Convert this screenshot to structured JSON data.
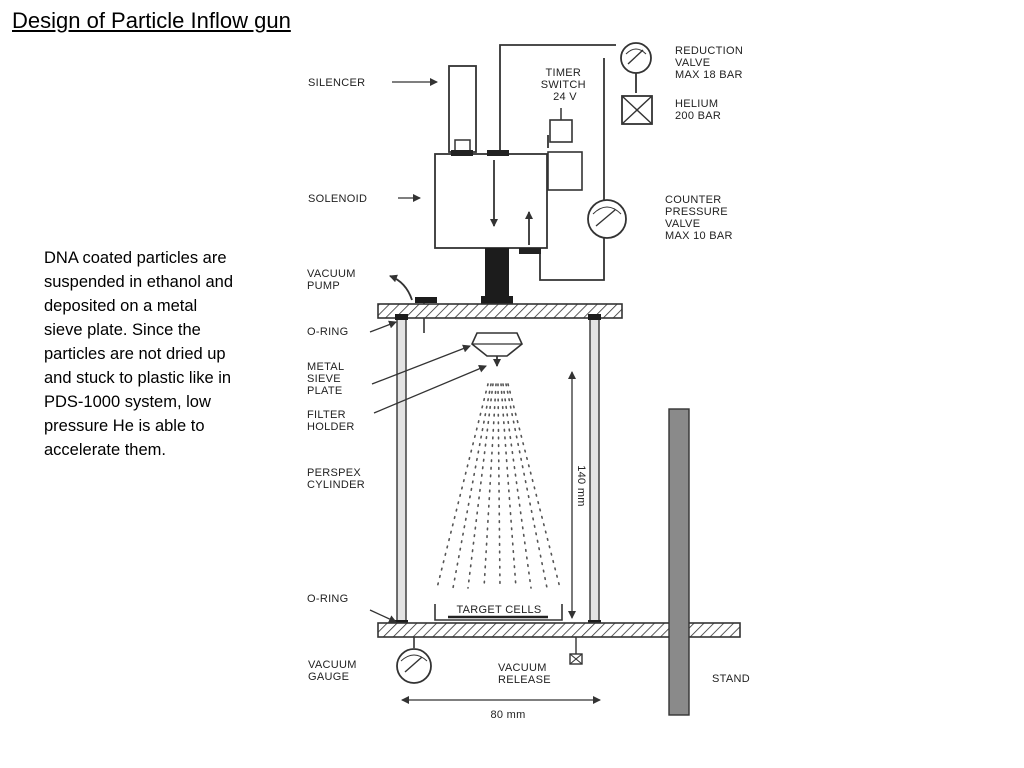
{
  "title": "Design of Particle Inflow gun",
  "description": "DNA coated particles are suspended in ethanol and deposited on a metal sieve plate. Since the particles are not dried up and stuck to plastic like in PDS-1000 system, low pressure He is able to accelerate them.",
  "labels": {
    "silencer": [
      "SILENCER"
    ],
    "timer": [
      "TIMER",
      "SWITCH",
      "24 V"
    ],
    "reduction": [
      "REDUCTION",
      "VALVE",
      "MAX 18 BAR"
    ],
    "helium": [
      "HELIUM",
      "200 BAR"
    ],
    "solenoid": [
      "SOLENOID"
    ],
    "counter": [
      "COUNTER",
      "PRESSURE",
      "VALVE",
      "MAX 10 BAR"
    ],
    "vacuum_pump": [
      "VACUUM",
      "PUMP"
    ],
    "oring_top": [
      "O-RING"
    ],
    "metal_sieve": [
      "METAL",
      "SIEVE",
      "PLATE"
    ],
    "filter_holder": [
      "FILTER",
      "HOLDER"
    ],
    "perspex": [
      "PERSPEX",
      "CYLINDER"
    ],
    "oring_bottom": [
      "O-RING"
    ],
    "target_cells": [
      "TARGET CELLS"
    ],
    "vacuum_gauge": [
      "VACUUM",
      "GAUGE"
    ],
    "vacuum_release": [
      "VACUUM",
      "RELEASE"
    ],
    "stand": [
      "STAND"
    ],
    "height_dim": [
      "140 mm"
    ],
    "width_dim": [
      "80 mm"
    ]
  }
}
